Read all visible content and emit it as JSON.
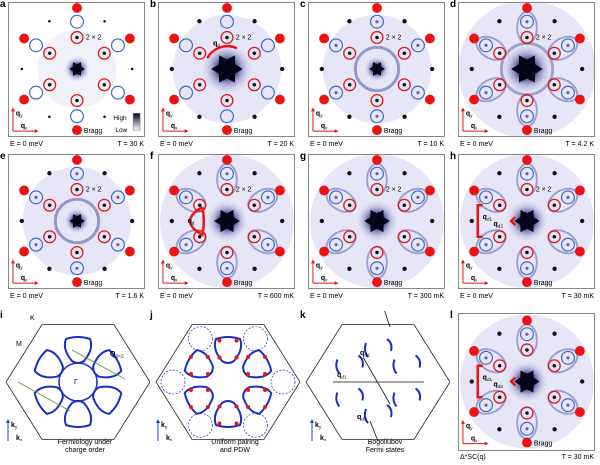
{
  "panels": [
    {
      "letter": "a",
      "E": "E = 0 meV",
      "T": "T = 30 K",
      "label2x2": "2 × 2",
      "bragg": "Bragg",
      "core": "small",
      "colorbar": {
        "high": "High",
        "low": "Low"
      }
    },
    {
      "letter": "b",
      "E": "E = 0 meV",
      "T": "T = 20 K",
      "label2x2": "2 × 2",
      "bragg": "Bragg",
      "core": "big",
      "qp": "q",
      "qp_sub": "p"
    },
    {
      "letter": "c",
      "E": "E = 0 meV",
      "T": "T = 10 K",
      "label2x2": "2 × 2",
      "bragg": "Bragg",
      "core": "ring"
    },
    {
      "letter": "d",
      "E": "E = 0 meV",
      "T": "T = 4.2 K",
      "label2x2": "2 × 2",
      "bragg": "Bragg",
      "core": "dense"
    },
    {
      "letter": "e",
      "E": "E = 0 meV",
      "T": "T = 1.6 K",
      "label2x2": "2 × 2",
      "bragg": "Bragg",
      "core": "ring"
    },
    {
      "letter": "f",
      "E": "E = 0 meV",
      "T": "T = 600 mK",
      "label2x2": "2 × 2",
      "bragg": "Bragg",
      "core": "star",
      "qd": "q",
      "qd_sub": "d"
    },
    {
      "letter": "g",
      "E": "E = 0 meV",
      "T": "T = 300 mK",
      "label2x2": "2 × 2",
      "bragg": "Bragg",
      "core": "star"
    },
    {
      "letter": "h",
      "E": "E = 0 meV",
      "T": "T = 30 mK",
      "label2x2": "2 × 2",
      "bragg": "Bragg",
      "core": "star",
      "qd1": "q",
      "qd1_sub": "d1",
      "qd2": "q",
      "qd2_sub": "d2"
    }
  ],
  "axes": {
    "qx": "q",
    "qx_sub": "x",
    "qy": "q",
    "qy_sub": "y",
    "kx": "k",
    "kx_sub": "x",
    "ky": "k",
    "ky_sub": "y"
  },
  "panel_i": {
    "letter": "i",
    "K": "K",
    "M": "M",
    "Gamma": "Γ",
    "Q": "Q",
    "Q_sub": "2×2",
    "caption1": "Fermiology under",
    "caption2": "charge order"
  },
  "panel_j": {
    "letter": "j",
    "caption1": "Uniform pairing",
    "caption2": "and PDW"
  },
  "panel_k": {
    "letter": "k",
    "qd1": "q",
    "qd1_sub": "d1",
    "qd2": "q",
    "qd2_sub": "d2",
    "caption1": "Bogoliubov",
    "caption2": "Fermi states"
  },
  "panel_l": {
    "letter": "l",
    "label": "Δ*SC(q)",
    "T": "T = 30 mK",
    "bragg": "Bragg",
    "qd1": "q",
    "qd1_sub": "d1",
    "qd2": "q",
    "qd2_sub": "d2"
  },
  "colors": {
    "bragg": "#ee1111",
    "ring_red": "#e01818",
    "ring_blue": "#3a68c8",
    "fermi": "#1a2fc0",
    "density": "#3a3a9a"
  }
}
